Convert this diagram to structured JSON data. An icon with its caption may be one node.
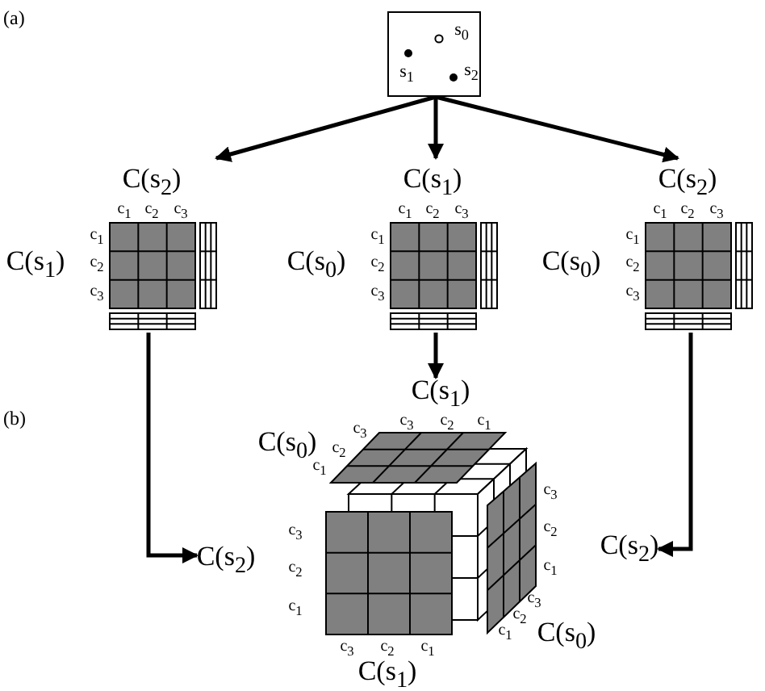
{
  "diagram": {
    "nodes": [
      {
        "text": [
          "s$_{0}$",
          "s$_{1}$",
          "s$_{2}$"
        ]
      },
      {
        "text": [
          "C(s$_{2}$)",
          "C(s$_{1}$)",
          "c$_{1}$",
          "c$_{2}$",
          "c$_{3}$",
          "c$_{1}$",
          "c$_{2}$",
          "c$_{3}$"
        ]
      },
      {
        "text": [
          "C(s$_{1}$)",
          "C(s$_{0}$)",
          "c$_{1}$",
          "c$_{2}$",
          "c$_{3}$",
          "c$_{1}$",
          "c$_{2}$",
          "c$_{3}$"
        ]
      },
      {
        "text": [
          "C(s$_{2}$)",
          "C(s$_{0}$)",
          "c$_{1}$",
          "c$_{2}$",
          "c$_{3}$",
          "c$_{1}$",
          "c$_{2}$",
          "c$_{3}$"
        ]
      },
      {
        "text": [
          "C(s$_{1}$)",
          "c$_{3}$",
          "c$_{2}$",
          "c$_{1}$",
          "C(s$_{0}$)",
          "c$_{3}$",
          "c$_{2}$",
          "c$_{1}$",
          "c$_{3}$",
          "c$_{2}$",
          "c$_{1}$",
          "c$_{3}$",
          "c$_{2}$",
          "c$_{1}$",
          "c$_{3}$",
          "c$_{2}$",
          "c$_{1}$",
          "c$_{3}$",
          "c$_{2}$",
          "c$_{1}$",
          "C(s$_{1}$)",
          "C(s$_{0}$)"
        ]
      },
      {
        "text": [
          "C(s$_{2}$)"
        ]
      },
      {
        "text": [
          "C(s$_{2}$)"
        ]
      }
    ],
    "edges": [
      {
        "from": 0,
        "to": 1,
        "arrow": "to"
      },
      {
        "from": 0,
        "to": 2,
        "arrow": "to"
      },
      {
        "from": 0,
        "to": 3,
        "arrow": "to"
      },
      {
        "from": 2,
        "to": 4,
        "arrow": "to"
      },
      {
        "from": 1,
        "to": 5,
        "arrow": "to"
      },
      {
        "from": 3,
        "to": 6,
        "arrow": "to"
      }
    ],
    "labels": [
      "(a)",
      "(b)"
    ]
  }
}
